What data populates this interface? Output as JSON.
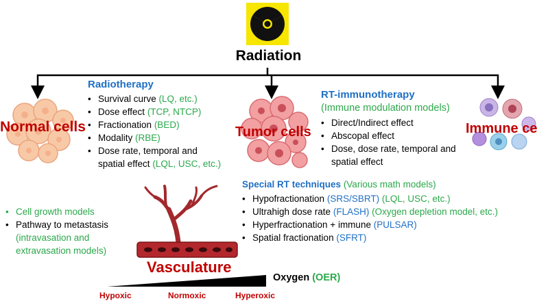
{
  "title": "Radiation",
  "icons": {
    "radiation": "radiation-hazard-icon"
  },
  "colors": {
    "blue_heading": "#1f6fc4",
    "green_model": "#2aa84a",
    "red_label": "#c00000",
    "trefoil_bg": "#f7e600"
  },
  "cells": {
    "normal": "Normal cells",
    "tumor": "Tumor cells",
    "immune": "Immune cells",
    "vasculature": "Vasculature"
  },
  "radiotherapy": {
    "heading": "Radiotherapy",
    "items": [
      {
        "text": "Survival curve",
        "model": "(LQ, etc.)"
      },
      {
        "text": "Dose effect",
        "model": "(TCP, NTCP)"
      },
      {
        "text": "Fractionation",
        "model": "(BED)"
      },
      {
        "text": "Modality",
        "model": "(RBE)"
      },
      {
        "text": "Dose rate, temporal and",
        "model": ""
      },
      {
        "text": "spatial effect",
        "model": "(LQL, USC, etc.)"
      }
    ]
  },
  "rt_immunotherapy": {
    "heading": "RT-immunotherapy",
    "subheading": "(Immune modulation models)",
    "items": [
      "Direct/Indirect effect",
      "Abscopal effect",
      "Dose, dose rate, temporal and",
      "spatial effect"
    ]
  },
  "special_rt": {
    "heading": "Special RT techniques",
    "subheading": "(Various math models)",
    "items": [
      {
        "text": "Hypofractionation",
        "model1": "(SRS/SBRT)",
        "model2": "(LQL, USC, etc.)"
      },
      {
        "text": "Ultrahigh dose rate",
        "model1": "(FLASH)",
        "model2": "(Oxygen depletion model, etc.)"
      },
      {
        "text": "Hyperfractionation + immune",
        "model1": "(PULSAR)",
        "model2": ""
      },
      {
        "text": "Spatial fractionation",
        "model1": "(SFRT)",
        "model2": ""
      }
    ]
  },
  "vasculature_list": {
    "items": [
      {
        "text": "Cell growth models",
        "green": true
      },
      {
        "text": "Pathway to metastasis",
        "green": false
      },
      {
        "text": "(intravasation and",
        "green": true
      },
      {
        "text": "extravasation models)",
        "green": true
      }
    ]
  },
  "oxygen": {
    "label": "Oxygen",
    "model": "(OER)",
    "scale": [
      "Hypoxic",
      "Normoxic",
      "Hyperoxic"
    ]
  }
}
